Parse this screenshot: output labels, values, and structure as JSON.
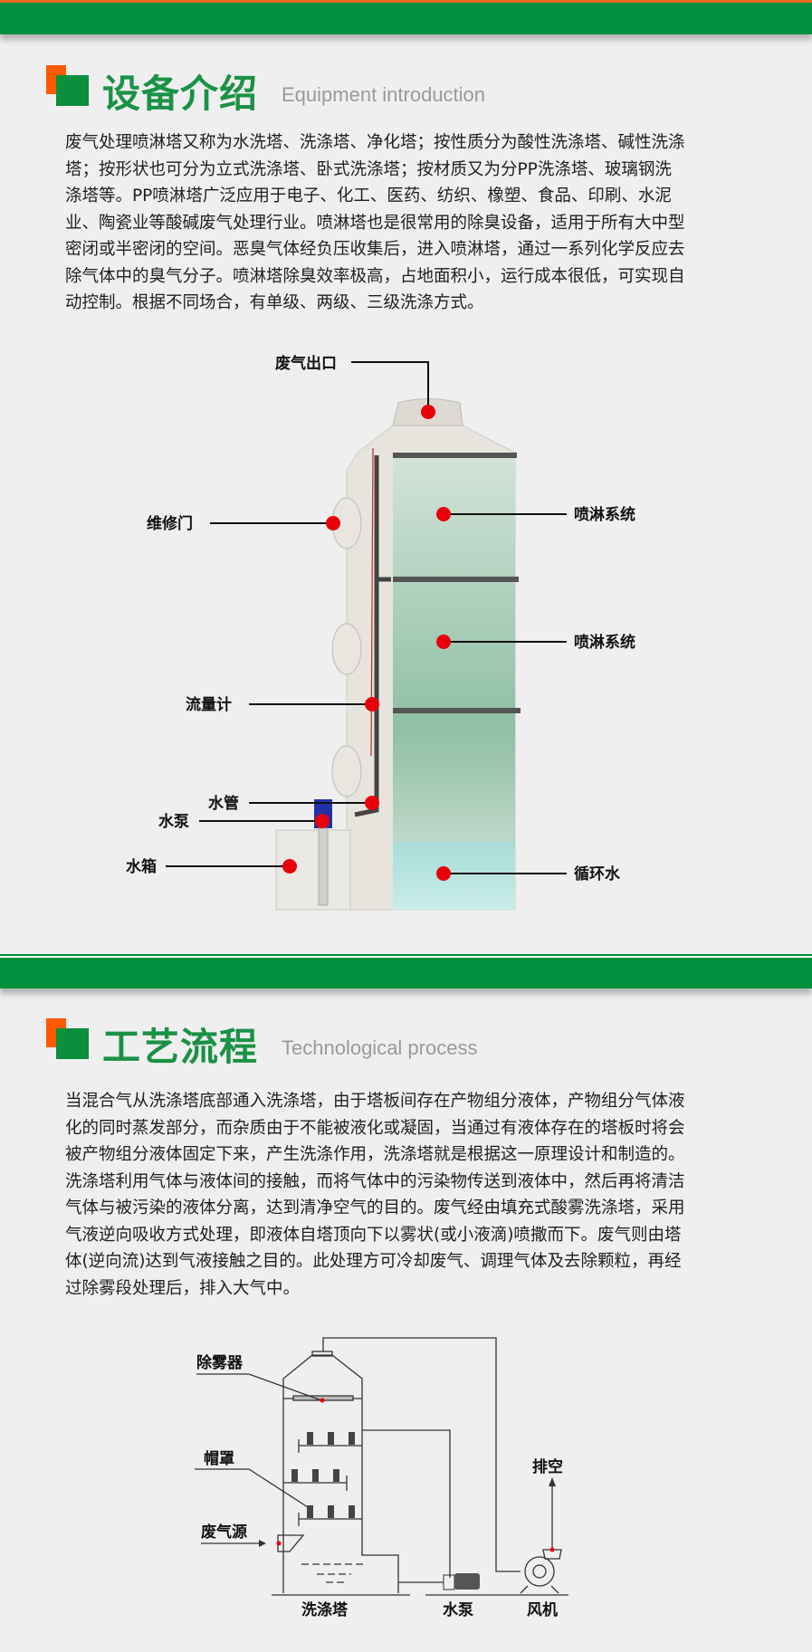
{
  "section1": {
    "title_cn": "设备介绍",
    "title_en": "Equipment introduction",
    "paragraph_lines": [
      "废气处理喷淋塔又称为水洗塔、洗涤塔、净化塔；按性质分为酸性洗涤塔、碱性洗涤",
      "塔；按形状也可分为立式洗涤塔、卧式洗涤塔；按材质又为分PP洗涤塔、玻璃钢洗",
      "涤塔等。PP喷淋塔广泛应用于电子、化工、医药、纺织、橡塑、食品、印刷、水泥",
      "业、陶瓷业等酸碱废气处理行业。喷淋塔也是很常用的除臭设备，适用于所有大中型",
      "密闭或半密闭的空间。恶臭气体经负压收集后，进入喷淋塔，通过一系列化学反应去",
      "除气体中的臭气分子。喷淋塔除臭效率极高，占地面积小，运行成本很低，可实现自",
      "动控制。根据不同场合，有单级、两级、三级洗涤方式。"
    ],
    "diagram_labels": {
      "outlet": "废气出口",
      "door": "维修门",
      "spray1": "喷淋系统",
      "spray2": "喷淋系统",
      "flowmeter": "流量计",
      "pipe": "水管",
      "pump": "水泵",
      "tank": "水箱",
      "water": "循环水"
    }
  },
  "section2": {
    "title_cn": "工艺流程",
    "title_en": "Technological process",
    "paragraph_lines": [
      "当混合气从洗涤塔底部通入洗涤塔，由于塔板间存在产物组分液体，产物组分气体液",
      "化的同时蒸发部分，而杂质由于不能被液化或凝固，当通过有液体存在的塔板时将会",
      "被产物组分液体固定下来，产生洗涤作用，洗涤塔就是根据这一原理设计和制造的。",
      "洗涤塔利用气体与液体间的接触，而将气体中的污染物传送到液体中，然后再将清洁",
      "气体与被污染的液体分离，达到清净空气的目的。废气经由填充式酸雾洗涤塔，采用",
      "气液逆向吸收方式处理，即液体自塔顶向下以雾状(或小液滴)喷撒而下。废气则由塔",
      "体(逆向流)达到气液接触之目的。此处理方可冷却废气、调理气体及去除颗粒，再经",
      "过除雾段处理后，排入大气中。"
    ],
    "diagram_labels": {
      "demister": "除雾器",
      "cap": "帽罩",
      "source": "废气源",
      "exhaust": "排空",
      "tower": "洗涤塔",
      "pump": "水泵",
      "fan": "风机"
    }
  },
  "colors": {
    "green": "#008f3c",
    "orange": "#ff5a00",
    "title_green": "#1a9245",
    "marker_red": "#e8000b"
  }
}
